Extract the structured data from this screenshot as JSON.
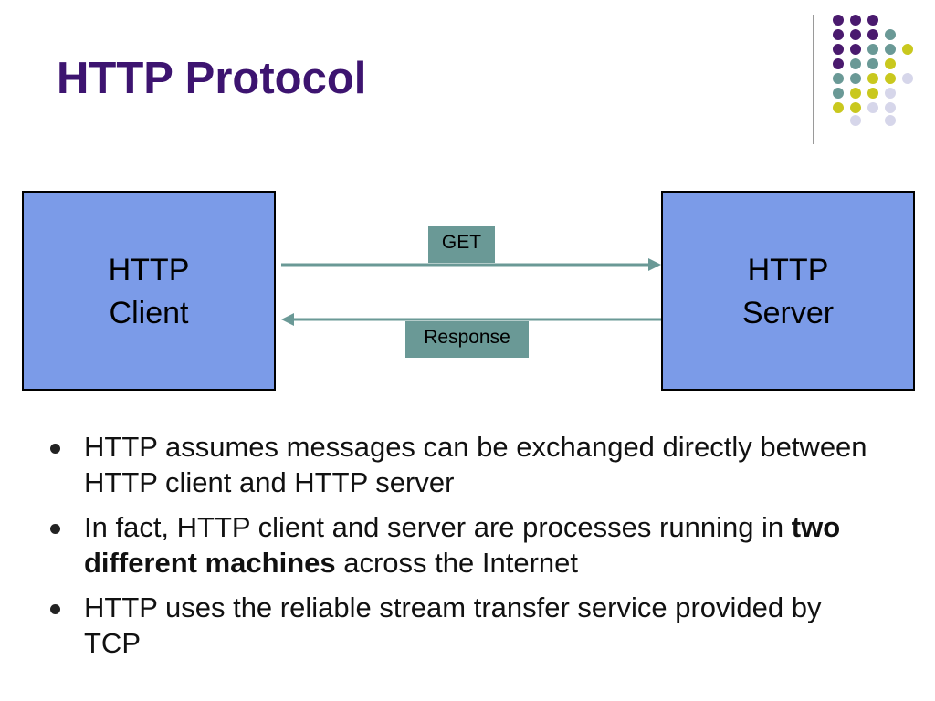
{
  "slide": {
    "title": "HTTP Protocol"
  },
  "diagram": {
    "client": {
      "line1": "HTTP",
      "line2": "Client"
    },
    "server": {
      "line1": "HTTP",
      "line2": "Server"
    },
    "request": {
      "label": "GET"
    },
    "response": {
      "label": "Response"
    }
  },
  "bullets": [
    {
      "text": "HTTP assumes messages can be exchanged directly between HTTP client and HTTP server"
    },
    {
      "before": "In fact, HTTP client and server are processes running in ",
      "bold": "two different machines",
      "after": " across the Internet"
    },
    {
      "text": "HTTP uses the reliable stream transfer service provided by TCP"
    }
  ],
  "colors": {
    "title": "#3d1470",
    "box_fill": "#7b9be8",
    "connector": "#6a9996",
    "dot_purple": "#4a1a6e",
    "dot_teal": "#6a9996",
    "dot_yellow": "#c9c81e",
    "dot_lavender": "#d6d6ea"
  }
}
